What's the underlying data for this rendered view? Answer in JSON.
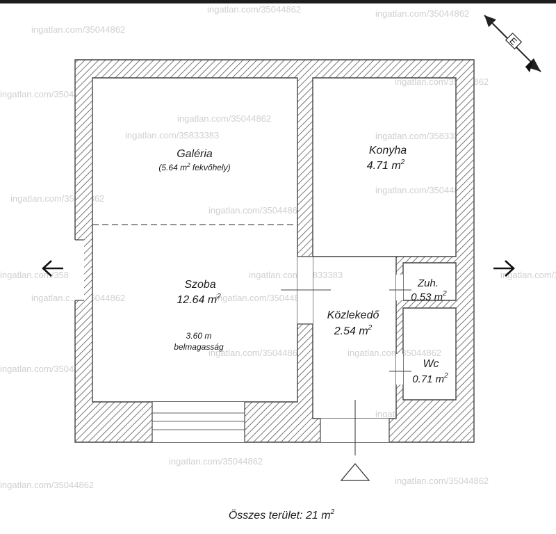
{
  "floorplan": {
    "rooms": {
      "galeria": {
        "name": "Galéria",
        "note": "(5.64 m",
        "note_sup": "2",
        "note_tail": " fekvőhely)"
      },
      "konyha": {
        "name": "Konyha",
        "area": "4.71 m",
        "sup": "2"
      },
      "szoba": {
        "name": "Szoba",
        "area": "12.64 m",
        "sup": "2",
        "height_value": "3.60 m",
        "height_label": "belmagasság"
      },
      "kozlekedo": {
        "name": "Közlekedő",
        "area": "2.54 m",
        "sup": "2"
      },
      "zuh": {
        "name": "Zuh.",
        "area": "0.53 m",
        "sup": "2"
      },
      "wc": {
        "name": "Wc",
        "area": "0.71 m",
        "sup": "2"
      }
    },
    "total": {
      "label": "Összes terület: 21 m",
      "sup": "2"
    },
    "compass_letter": "E"
  },
  "watermarks": {
    "a": "ingatlan.com/35044862",
    "b": "ingatlan.com/35833383"
  },
  "navigation": {
    "prev_icon": "arrow-left-icon",
    "next_icon": "arrow-right-icon"
  },
  "colors": {
    "wall": "#555555",
    "text": "#1a1a1a",
    "watermark": "#d0d0d0"
  }
}
